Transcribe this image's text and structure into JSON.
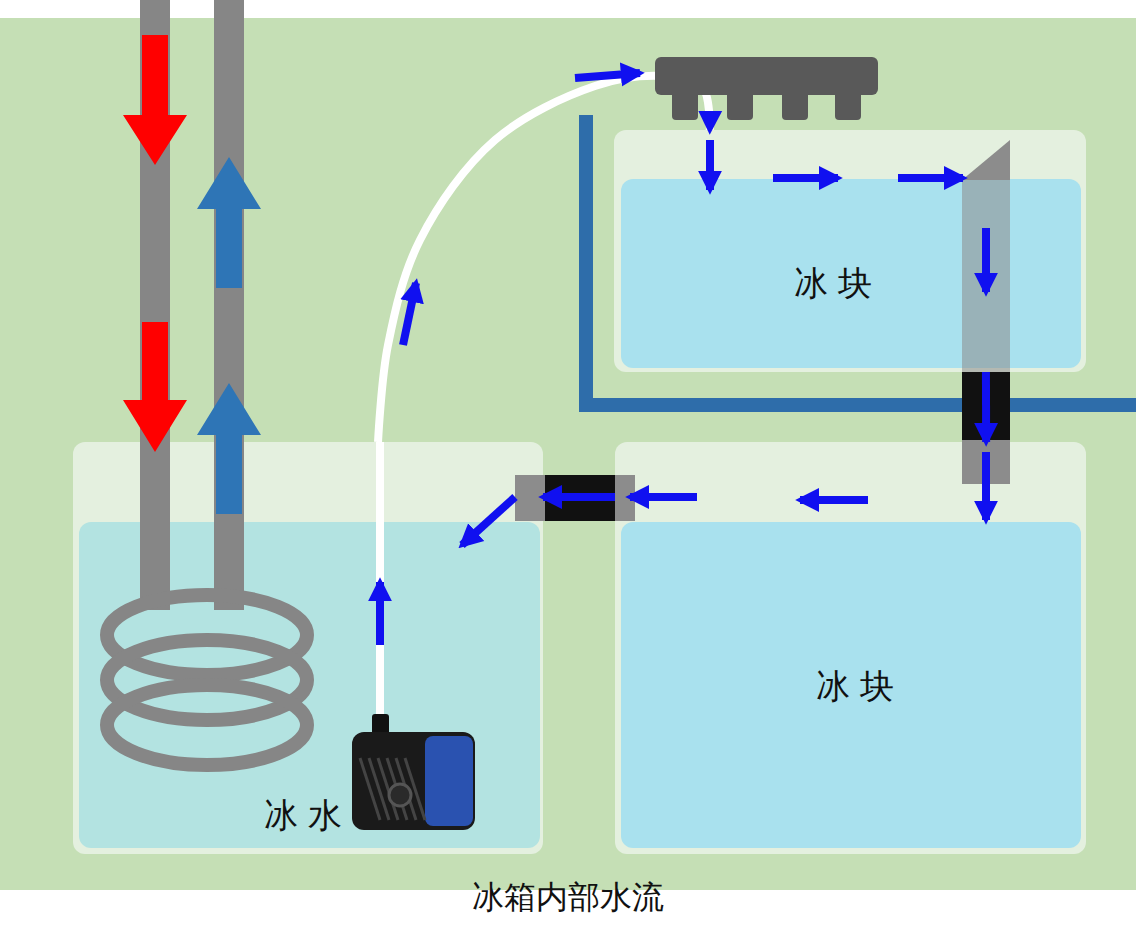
{
  "diagram": {
    "caption": "冰箱内部水流",
    "nodes": [
      {
        "text": [
          "冰 块"
        ]
      },
      {
        "text": [
          "冰 水"
        ]
      },
      {
        "text": [
          "冰 块"
        ]
      }
    ],
    "edges": [
      {
        "from": 0,
        "to": 2,
        "arrow": "to"
      },
      {
        "from": 2,
        "to": 1,
        "arrow": "to"
      },
      {
        "from": 1,
        "to": 0,
        "arrow": "to"
      }
    ]
  }
}
